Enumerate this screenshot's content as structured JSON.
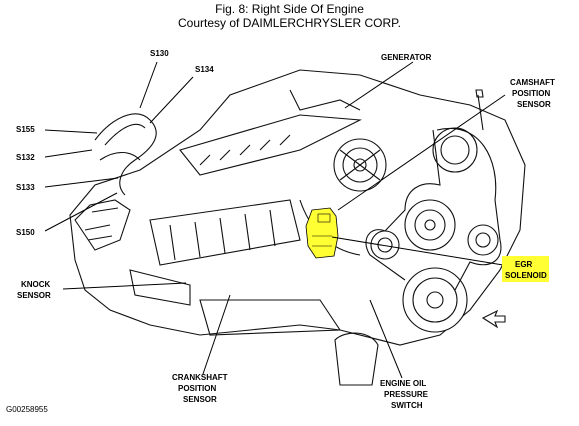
{
  "figure": {
    "title": "Fig. 8: Right Side Of Engine",
    "courtesy": "Courtesy of DAIMLERCHRYSLER CORP.",
    "figure_id": "G00258955"
  },
  "labels": {
    "s130": "S130",
    "s134": "S134",
    "s155": "S155",
    "s132": "S132",
    "s133": "S133",
    "s150": "S150",
    "generator": "GENERATOR",
    "camshaft_1": "CAMSHAFT",
    "camshaft_2": "POSITION",
    "camshaft_3": "SENSOR",
    "egr_1": "EGR",
    "egr_2": "SOLENOID",
    "knock_1": "KNOCK",
    "knock_2": "SENSOR",
    "crank_1": "CRANKSHAFT",
    "crank_2": "POSITION",
    "crank_3": "SENSOR",
    "oil_1": "ENGINE OIL",
    "oil_2": "PRESSURE",
    "oil_3": "SWITCH"
  },
  "colors": {
    "highlight": "#ffff33",
    "line": "#000000",
    "background": "#ffffff"
  }
}
